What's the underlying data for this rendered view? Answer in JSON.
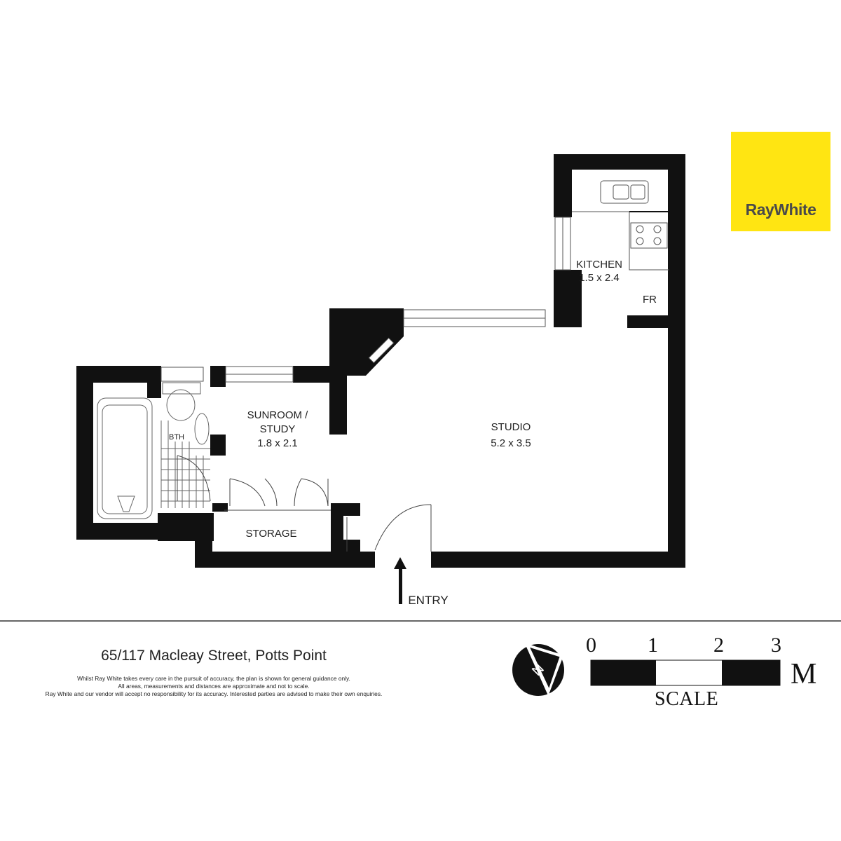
{
  "brand": {
    "name": "RayWhite",
    "color": "#ffe512"
  },
  "rooms": {
    "kitchen": {
      "name": "KITCHEN",
      "size": "1.5 x 2.4"
    },
    "fridge": {
      "name": "FR"
    },
    "studio": {
      "name": "STUDIO",
      "size": "5.2 x 3.5"
    },
    "sunroom": {
      "name_line1": "SUNROOM /",
      "name_line2": "STUDY",
      "size": "1.8 x 2.1"
    },
    "bathroom": {
      "name": "BTH"
    },
    "storage": {
      "name": "STORAGE"
    }
  },
  "entry_label": "ENTRY",
  "address": "65/117 Macleay Street, Potts Point",
  "disclaimer": [
    "Whilst Ray White takes every care in the pursuit of accuracy, the plan is shown for general guidance only.",
    "All areas, measurements and distances are approximate and not to scale.",
    "Ray White and our vendor will accept no responsibility for its accuracy. Interested parties are advised to make their own enquiries."
  ],
  "compass": {
    "label": "N",
    "icon": "north-arrow-icon"
  },
  "scale": {
    "ticks": [
      "0",
      "1",
      "2",
      "3"
    ],
    "unit": "M",
    "title": "SCALE"
  }
}
